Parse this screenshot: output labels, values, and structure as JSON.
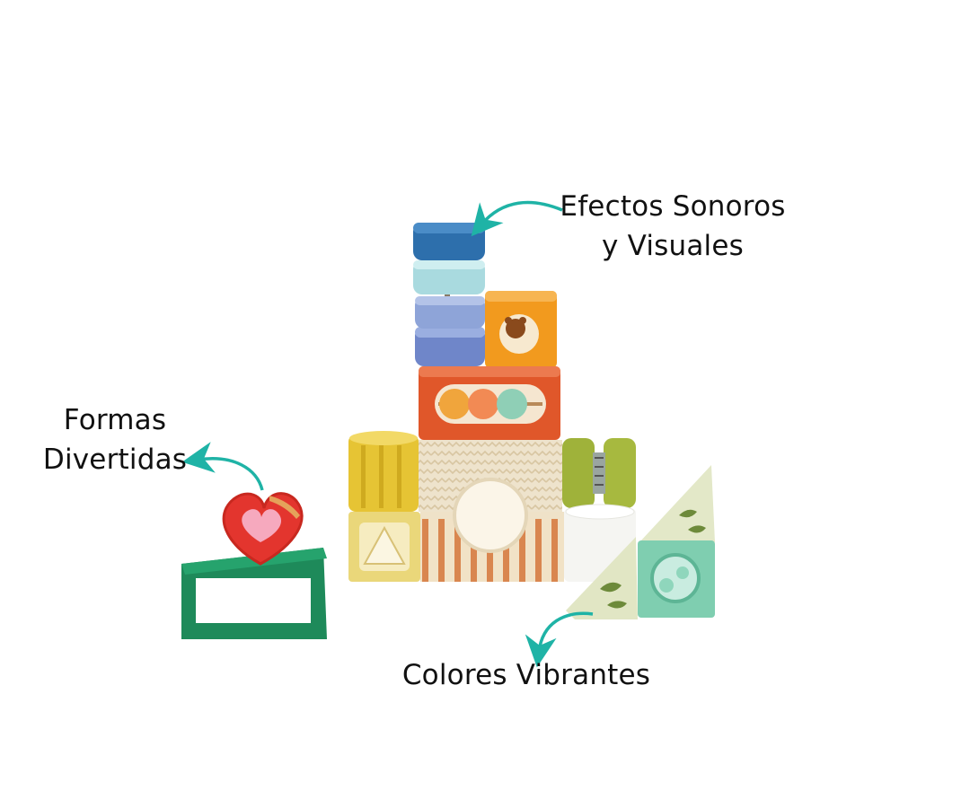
{
  "callouts": {
    "sound_visual": {
      "line1": "Efectos Sonoros",
      "line2": "y Visuales"
    },
    "fun_shapes": {
      "line1": "Formas",
      "line2": "Divertidas"
    },
    "vibrant_colors": {
      "line1": "Colores Vibrantes"
    }
  },
  "colors": {
    "arrow": "#1fb3a6",
    "blue_dark": "#2f6fa8",
    "blue_light": "#a8d8de",
    "periwinkle": "#7f93cf",
    "orange": "#f39a1c",
    "red_orange": "#e0572a",
    "yellow": "#e9c93a",
    "beige": "#eadcc1",
    "olive": "#9fb23a",
    "cream": "#e6ebcf",
    "mint": "#7fcfb0",
    "green_dark": "#1e8a5a",
    "heart_red": "#e3352e",
    "heart_pink": "#f6a9be"
  }
}
